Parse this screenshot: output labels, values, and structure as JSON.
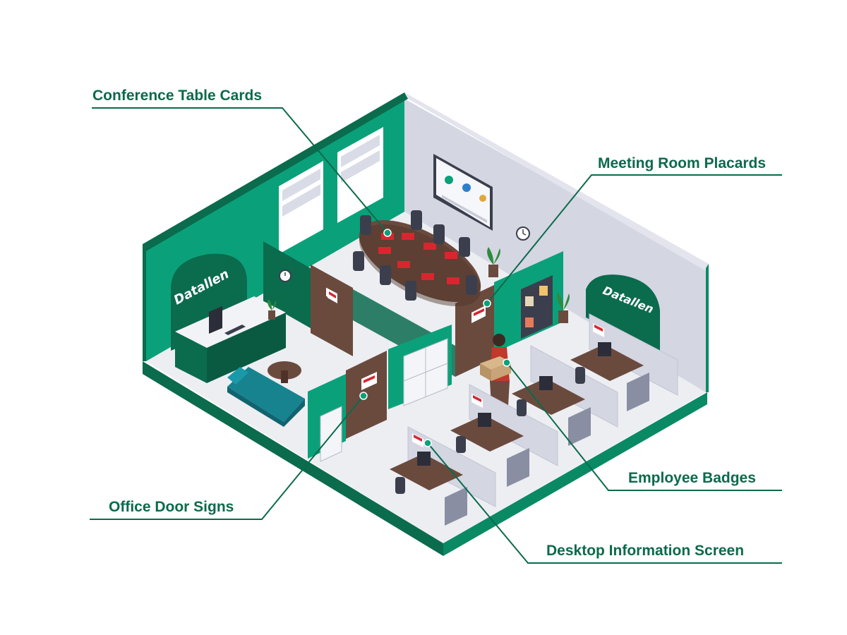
{
  "callouts": {
    "conference_table_cards": "Conference Table Cards",
    "meeting_room_placards": "Meeting Room Placards",
    "employee_badges": "Employee Badges",
    "office_door_signs": "Office Door Signs",
    "desktop_information_screen": "Desktop Information Screen"
  },
  "brand": {
    "name": "Datallen"
  },
  "colors": {
    "brand_green": "#0aa17a",
    "dark_green": "#0b6b4d",
    "callout_text": "#0c6a4c",
    "wall_gray": "#d5d6e2",
    "floor": "#eceef3",
    "wood": "#6b4a3e",
    "sofa": "#1a8a9a",
    "sign_red": "#d8262f"
  }
}
